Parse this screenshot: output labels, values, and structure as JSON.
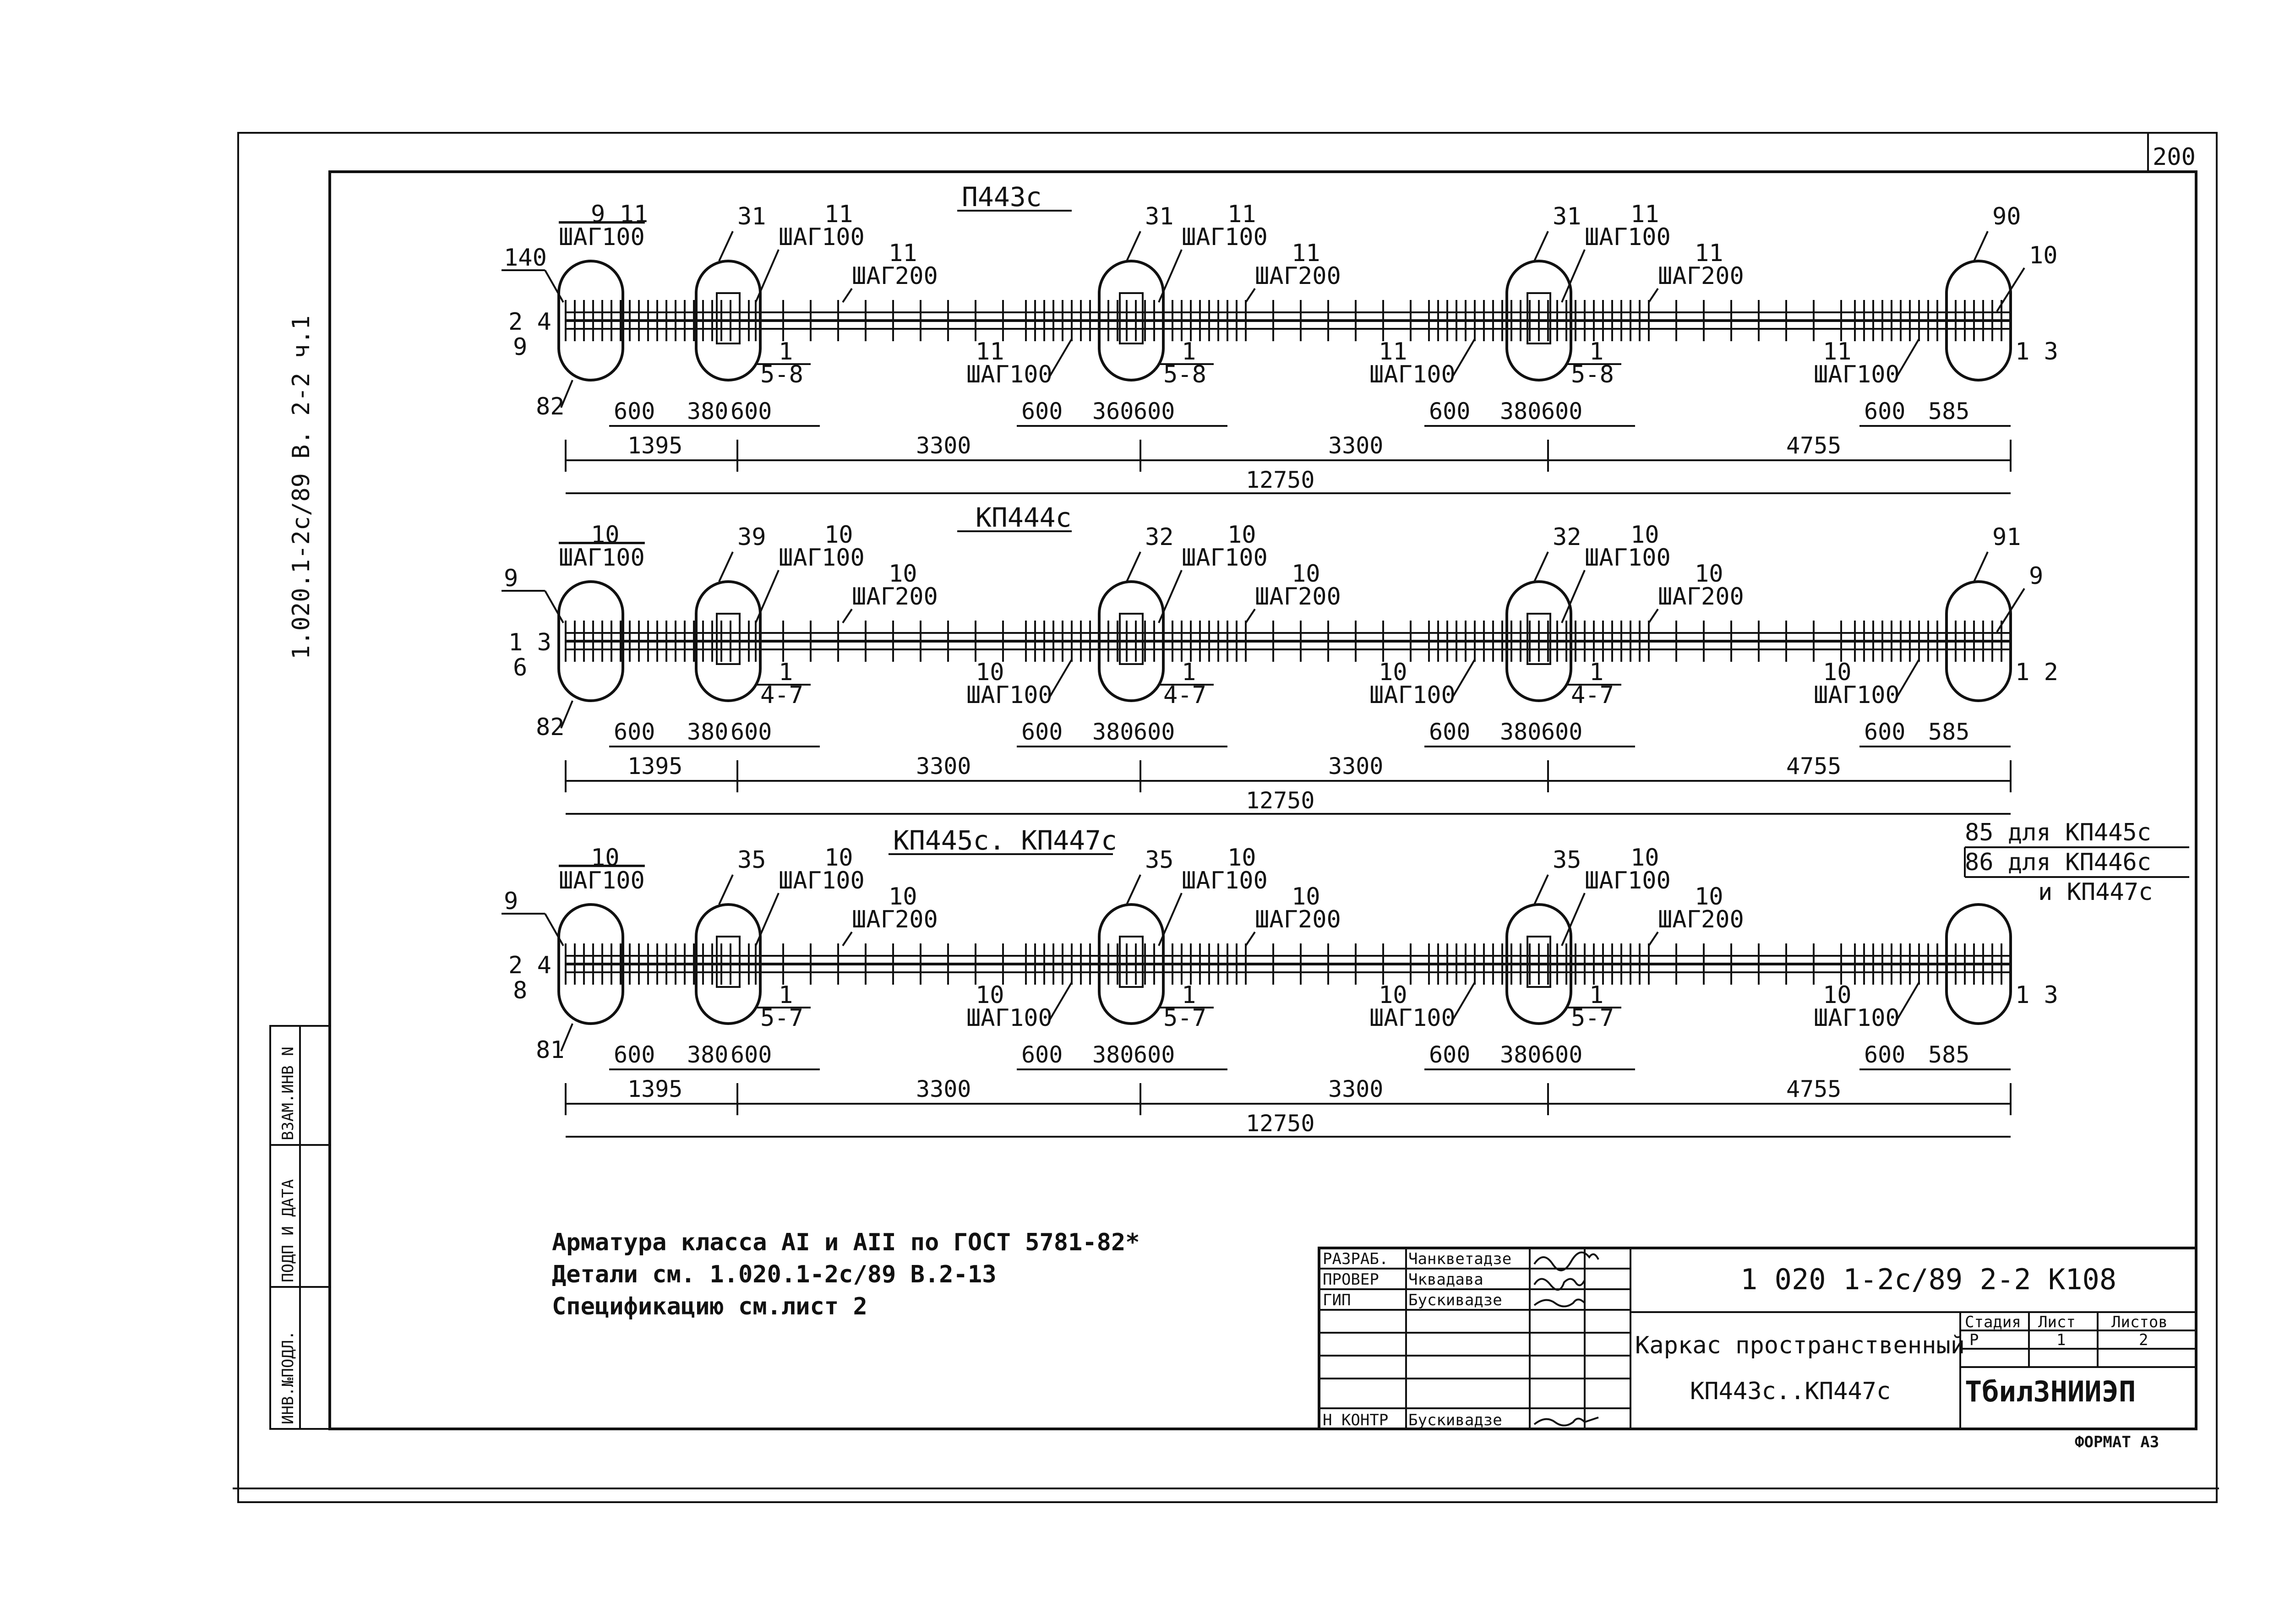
{
  "sheet": {
    "page_no": "200",
    "side_code": "1.020.1-2с/89 В. 2-2 ч.1",
    "left_strip": [
      "ИНВ.№ПОДЛ.",
      "ПОДП И ДАТА",
      "ВЗАМ.ИНВ N"
    ],
    "format": "ФОРМАТ А3"
  },
  "notes": [
    "Арматура класса АI и АII по ГОСТ 5781-82*",
    "Детали см. 1.020.1-2с/89 В.2-13",
    "Спецификацию см.лист 2"
  ],
  "frames": [
    {
      "title": "П443с",
      "left_ext": "140",
      "left_pos": "2 4",
      "left_sub": "9",
      "left_bottom": "82",
      "cage_nums": [
        "31",
        "31",
        "31",
        "90"
      ],
      "cage_first_top": "9 11",
      "step_top": [
        [
          "ШАГ100",
          "11"
        ],
        [
          "ШАГ100",
          "11"
        ],
        [
          "ШАГ100",
          "11"
        ]
      ],
      "step_mid": [
        [
          "ШАГ200",
          "11"
        ],
        [
          "ШАГ200",
          "11"
        ],
        [
          "ШАГ200",
          "11"
        ]
      ],
      "step_left": [
        "ШАГ100"
      ],
      "step_bottom": [
        [
          "ШАГ100",
          "11"
        ],
        [
          "ШАГ100",
          "11"
        ],
        [
          "ШАГ100",
          "11"
        ]
      ],
      "pos_right": "10",
      "pos_end": "1 3",
      "under_marks": [
        [
          "1",
          "5-8"
        ],
        [
          "1",
          "5-8"
        ],
        [
          "1",
          "5-8"
        ]
      ],
      "row1": [
        "600",
        "380",
        "600",
        "600",
        "360",
        "600",
        "600",
        "380",
        "600",
        "600",
        "585"
      ],
      "row2": [
        "1395",
        "3300",
        "3300",
        "4755"
      ],
      "total": "12750"
    },
    {
      "title": "КП444с",
      "left_ext": "9",
      "left_pos": "1 3",
      "left_sub": "6",
      "left_bottom": "82",
      "cage_nums": [
        "39",
        "32",
        "32",
        "91"
      ],
      "cage_first_top": "10",
      "step_top": [
        [
          "ШАГ100",
          "10"
        ],
        [
          "ШАГ100",
          "10"
        ],
        [
          "ШАГ100",
          "10"
        ]
      ],
      "step_mid": [
        [
          "ШАГ200",
          "10"
        ],
        [
          "ШАГ200",
          "10"
        ],
        [
          "ШАГ200",
          "10"
        ]
      ],
      "step_left": [
        "ШАГ100"
      ],
      "step_bottom": [
        [
          "ШАГ100",
          "10"
        ],
        [
          "ШАГ100",
          "10"
        ],
        [
          "ШАГ100",
          "10"
        ]
      ],
      "pos_right": "9",
      "pos_end": "1 2",
      "under_marks": [
        [
          "1",
          "4-7"
        ],
        [
          "1",
          "4-7"
        ],
        [
          "1",
          "4-7"
        ]
      ],
      "row1": [
        "600",
        "380",
        "600",
        "600",
        "380",
        "600",
        "600",
        "380",
        "600",
        "600",
        "585"
      ],
      "row2": [
        "1395",
        "3300",
        "3300",
        "4755"
      ],
      "total": "12750"
    },
    {
      "title": "КП445с. КП447с",
      "left_ext": "9",
      "left_pos": "2 4",
      "left_sub": "8",
      "left_bottom": "81",
      "cage_nums": [
        "35",
        "35",
        "35"
      ],
      "cage_first_top": "10",
      "step_top": [
        [
          "ШАГ100",
          "10"
        ],
        [
          "ШАГ100",
          "10"
        ],
        [
          "ШАГ100",
          "10"
        ]
      ],
      "step_mid": [
        [
          "ШАГ200",
          "10"
        ],
        [
          "ШАГ200",
          "10"
        ],
        [
          "ШАГ200",
          "10"
        ]
      ],
      "step_left": [
        "ШАГ100"
      ],
      "step_bottom": [
        [
          "ШАГ100",
          "10"
        ],
        [
          "ШАГ100",
          "10"
        ],
        [
          "ШАГ100",
          "10"
        ]
      ],
      "pos_right": "",
      "pos_end": "1 3",
      "right_note": [
        "85 для КП445с",
        "86 для КП446с",
        "и КП447с"
      ],
      "under_marks": [
        [
          "1",
          "5-7"
        ],
        [
          "1",
          "5-7"
        ],
        [
          "1",
          "5-7"
        ]
      ],
      "row1": [
        "600",
        "380",
        "600",
        "600",
        "380",
        "600",
        "600",
        "380",
        "600",
        "600",
        "585"
      ],
      "row2": [
        "1395",
        "3300",
        "3300",
        "4755"
      ],
      "total": "12750"
    }
  ],
  "stamp": {
    "roles": [
      "РАЗРАБ.",
      "ПРОВЕР",
      "ГИП",
      "Н КОНТР"
    ],
    "names": [
      "Чанкветадзе",
      "Чквадава",
      "Бускивадзе",
      "Бускивадзе"
    ],
    "code": "1 020 1-2с/89 2-2 К108",
    "title1": "Каркас пространственный",
    "title2": "КП443с..КП447с",
    "stage_h": "Стадия",
    "sheet_h": "Лист",
    "sheets_h": "Листов",
    "stage": "Р",
    "sheet": "1",
    "sheets": "2",
    "org": "ТбилЗНИИЭП"
  }
}
